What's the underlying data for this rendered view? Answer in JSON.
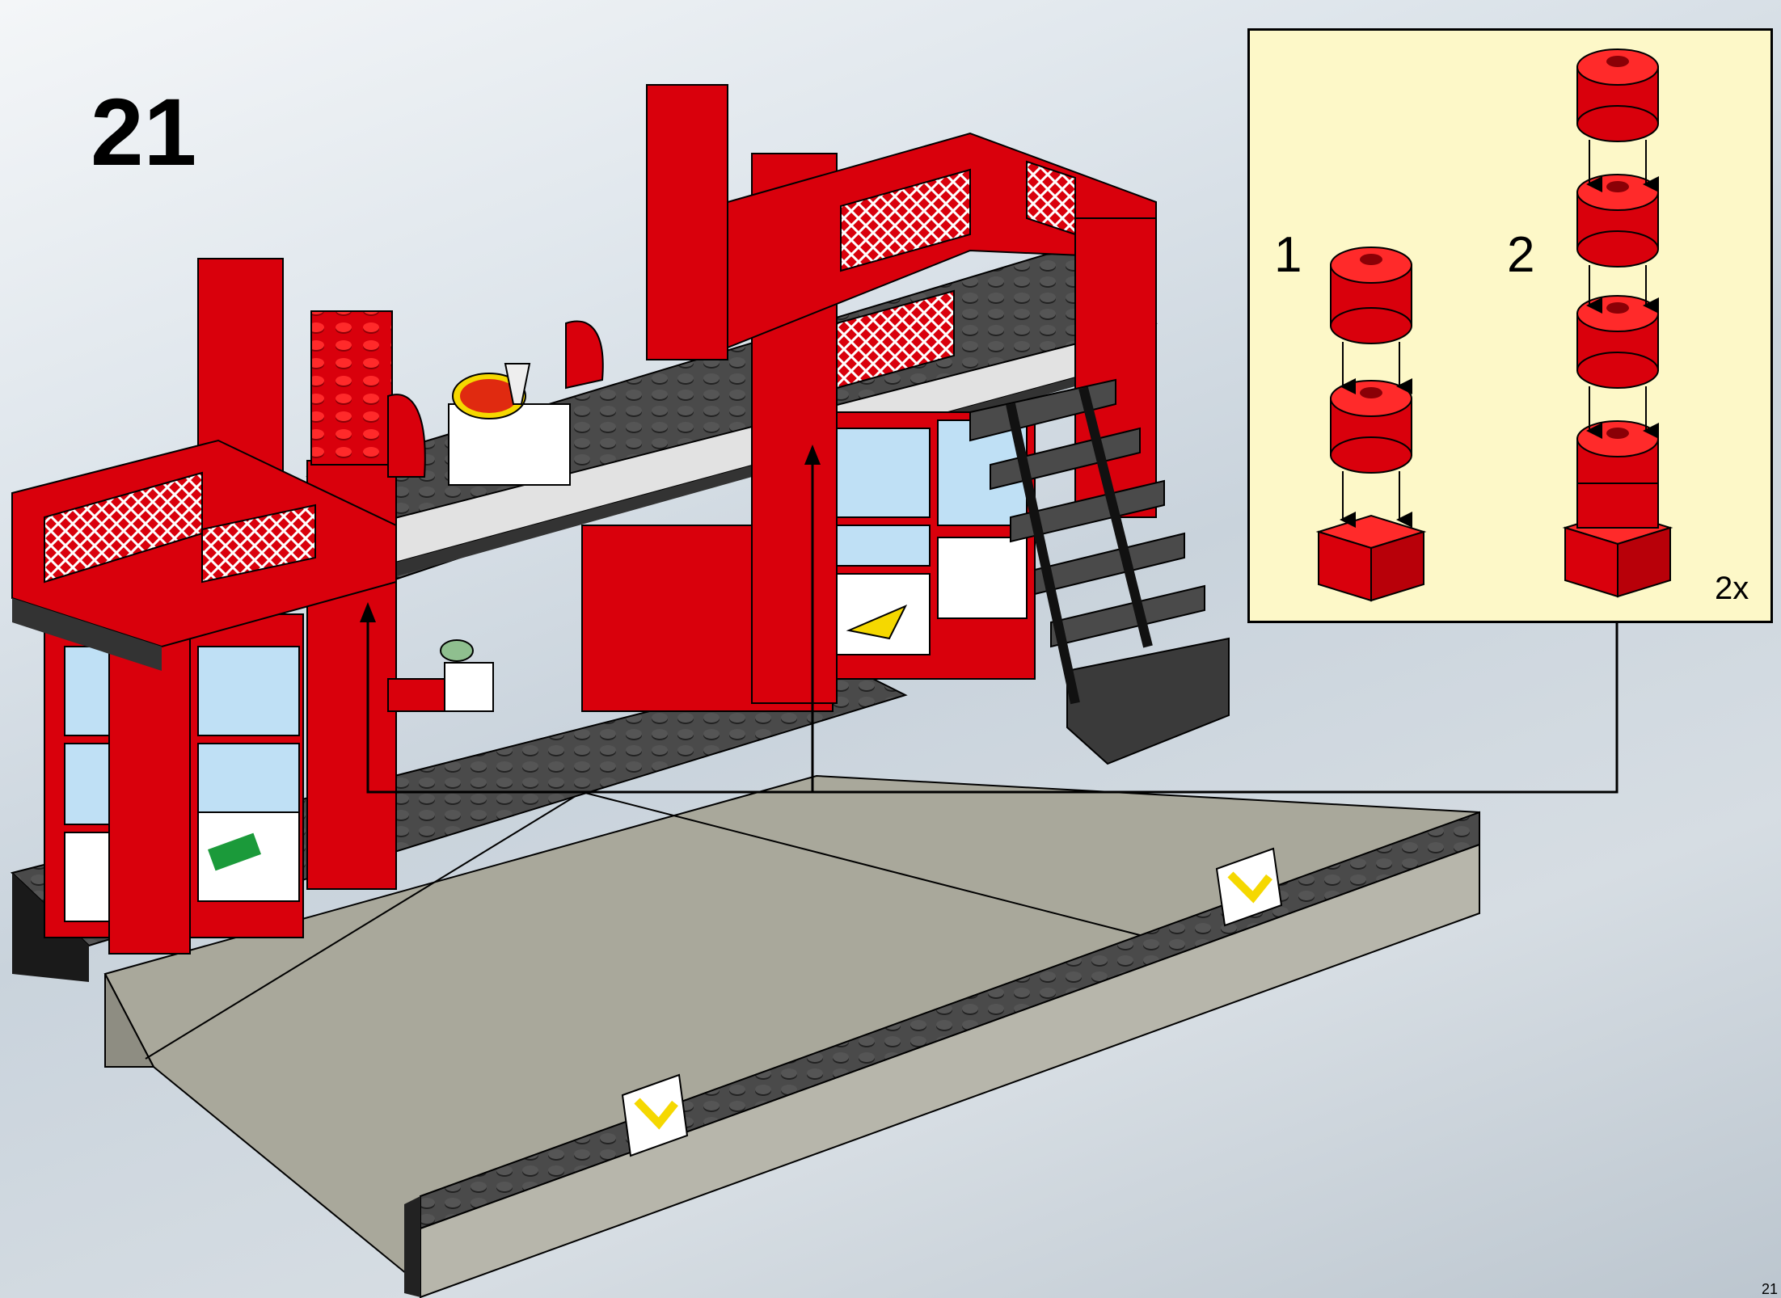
{
  "page": {
    "step_number": "21",
    "corner_number": "21"
  },
  "inset": {
    "sub_step_1": "1",
    "sub_step_2": "2",
    "quantity": "2x"
  },
  "colors": {
    "brick_red": "#d9000c",
    "baseplate_dark": "#4a4a4a",
    "road_gray": "#a9a89b",
    "inset_background": "#fdf8c8",
    "window_blue": "#bfe0f5"
  },
  "icons": {
    "arrow": "down-arrow-icon",
    "pizza": "pizza-icon",
    "banknote": "banknote-icon"
  }
}
